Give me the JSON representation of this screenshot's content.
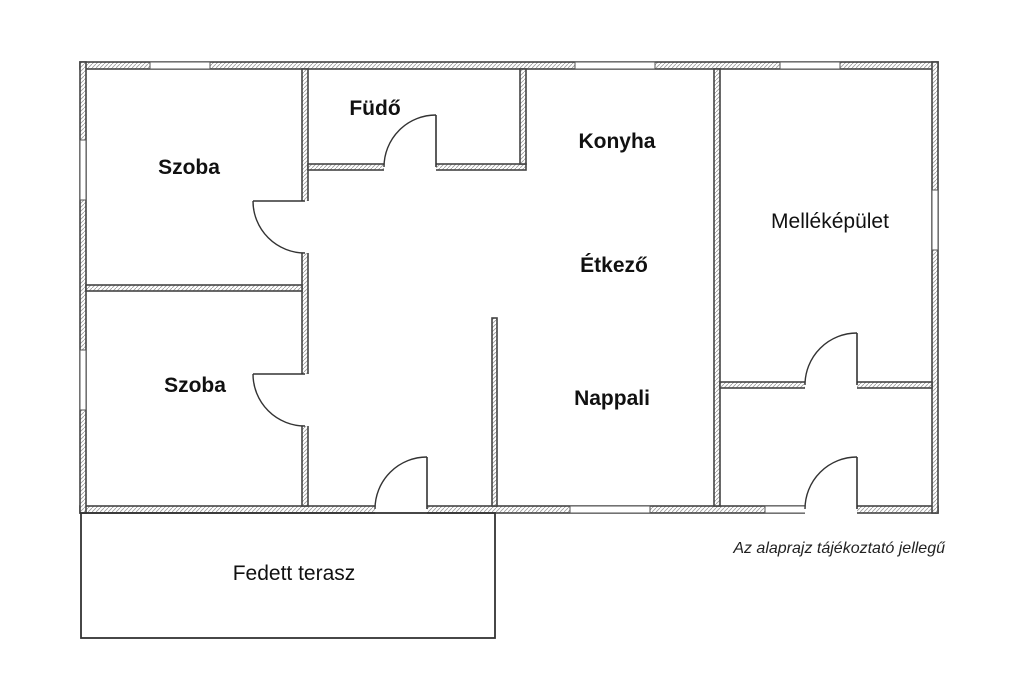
{
  "rooms": {
    "room1": "Szoba",
    "room2": "Szoba",
    "bathroom": "Füdő",
    "kitchen": "Konyha",
    "dining": "Étkező",
    "living": "Nappali",
    "outbuilding": "Melléképület",
    "terrace": "Fedett terasz"
  },
  "note": "Az alaprajz tájékoztató jellegű"
}
